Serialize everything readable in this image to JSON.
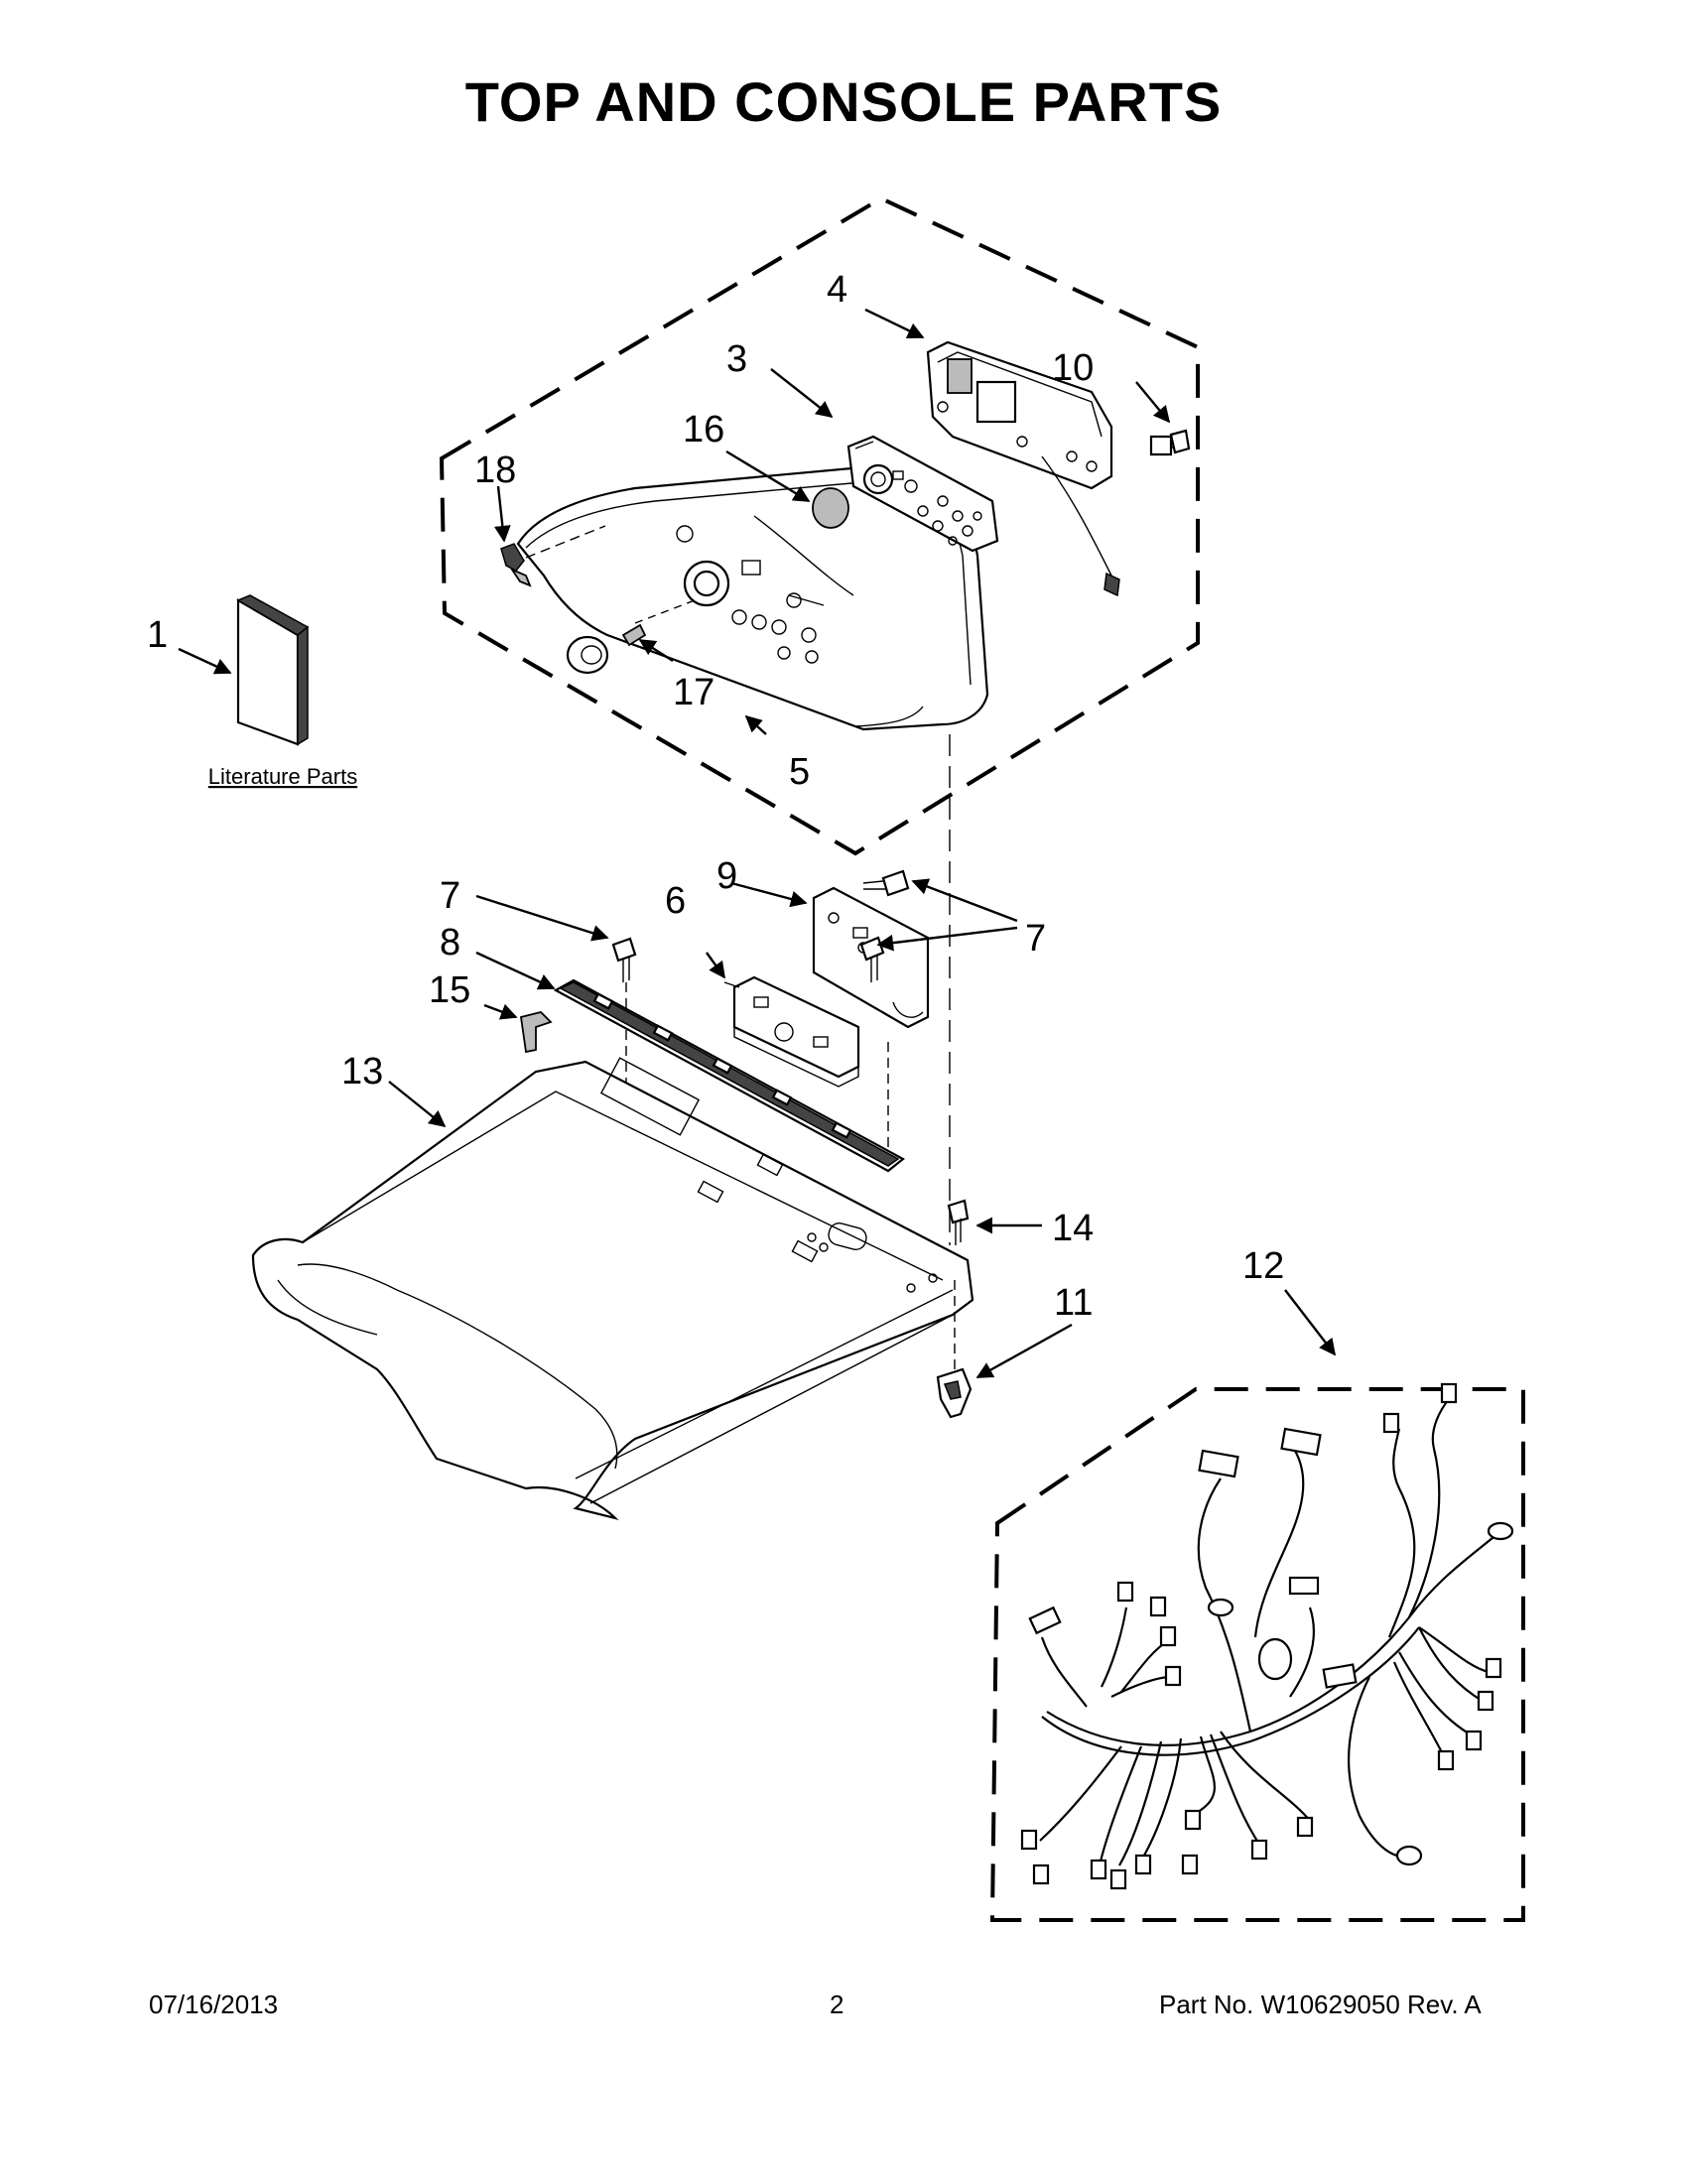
{
  "title": "TOP AND CONSOLE PARTS",
  "literature_label": "Literature Parts",
  "callouts": {
    "c1": "1",
    "c3": "3",
    "c4": "4",
    "c5": "5",
    "c6": "6",
    "c7a": "7",
    "c7b": "7",
    "c8": "8",
    "c9": "9",
    "c10": "10",
    "c11": "11",
    "c12": "12",
    "c13": "13",
    "c14": "14",
    "c15": "15",
    "c16": "16",
    "c17": "17",
    "c18": "18"
  },
  "footer": {
    "date": "07/16/2013",
    "page": "2",
    "part_no": "Part No.  W10629050  Rev.  A"
  }
}
